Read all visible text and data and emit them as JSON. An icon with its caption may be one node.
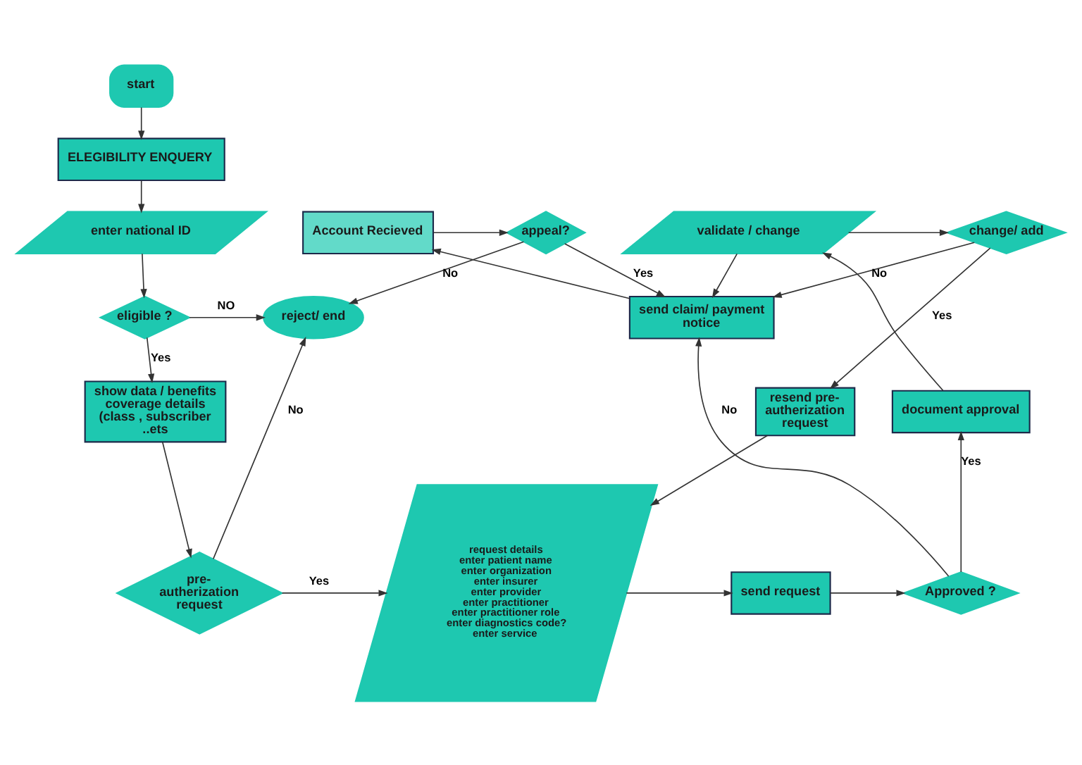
{
  "diagram": {
    "nodes": [
      {
        "text": [
          "start"
        ]
      },
      {
        "text": [
          "ELEGIBILITY ENQUERY"
        ]
      },
      {
        "text": [
          "enter national ID"
        ]
      },
      {
        "text": [
          "appeal?"
        ]
      },
      {
        "text": [
          "Account Recieved"
        ]
      },
      {
        "text": [
          "reject/ end"
        ]
      },
      {
        "text": [
          "eligible ?"
        ]
      },
      {
        "text": [
          "send claim/ payment notice"
        ]
      },
      {
        "text": [
          "change/ add"
        ]
      },
      {
        "text": [
          "validate / change"
        ]
      },
      {
        "text": [
          "show data / benefits coverage details (class , subscriber ..ets"
        ]
      },
      {
        "text": [
          "resend pre-autherization request"
        ]
      },
      {
        "text": [
          "document approval"
        ]
      },
      {
        "text": [
          "request details",
          "enter patient name",
          "enter organization",
          "enter insurer",
          "enter provider",
          "enter practitioner",
          "enter practitioner role",
          "enter diagnostics code?",
          "enter service"
        ]
      },
      {
        "text": [
          "pre-autherization request"
        ]
      },
      {
        "text": [
          "send request"
        ]
      },
      {
        "text": [
          "Approved ?"
        ]
      }
    ],
    "edges": [
      {
        "from": 0,
        "to": 1,
        "arrow": "to"
      },
      {
        "from": 1,
        "to": 2,
        "arrow": "to"
      },
      {
        "from": 2,
        "to": 6,
        "arrow": "to"
      },
      {
        "from": 3,
        "to": 5,
        "label": "No",
        "arrow": "to"
      },
      {
        "from": 3,
        "to": 7,
        "label": "Yes",
        "arrow": "to"
      },
      {
        "from": 4,
        "to": 3,
        "arrow": "to"
      },
      {
        "from": 6,
        "to": 5,
        "label": "NO",
        "arrow": "to"
      },
      {
        "from": 6,
        "to": 10,
        "label": "Yes",
        "arrow": "to"
      },
      {
        "from": 7,
        "to": 4,
        "arrow": "to"
      },
      {
        "from": 8,
        "to": 7,
        "label": "No",
        "arrow": "to"
      },
      {
        "from": 8,
        "to": 11,
        "label": "Yes",
        "arrow": "to"
      },
      {
        "from": 9,
        "to": 7,
        "arrow": "to"
      },
      {
        "from": 9,
        "to": 8,
        "arrow": "to"
      },
      {
        "from": 10,
        "to": 14,
        "arrow": "to"
      },
      {
        "from": 11,
        "to": 13,
        "arrow": "to"
      },
      {
        "from": 12,
        "to": 9,
        "arrow": "to"
      },
      {
        "from": 13,
        "to": 15,
        "arrow": "to"
      },
      {
        "from": 14,
        "to": 5,
        "label": "No",
        "arrow": "to"
      },
      {
        "from": 14,
        "to": 13,
        "label": "Yes",
        "arrow": "to"
      },
      {
        "from": 15,
        "to": 16,
        "arrow": "to"
      },
      {
        "from": 16,
        "to": 12,
        "label": "Yes",
        "arrow": "to"
      },
      {
        "from": 16,
        "to": 7,
        "label": "No",
        "arrow": "to"
      }
    ]
  }
}
